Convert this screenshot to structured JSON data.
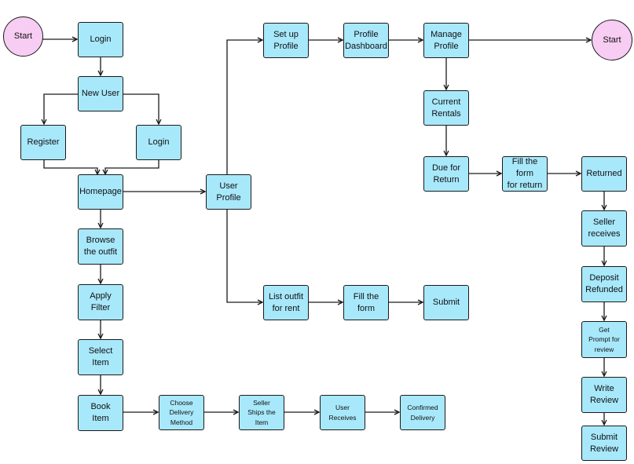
{
  "colors": {
    "box_fill": "#a8e8fb",
    "terminal_fill": "#f7cdf3",
    "stroke": "#1a1a1a"
  },
  "nodes": {
    "start_left": "Start",
    "login_top": "Login",
    "new_user": "New User",
    "register": "Register",
    "login_right": "Login",
    "homepage": "Homepage",
    "browse": "Browse\nthe outfit",
    "apply_filter": "Apply\nFilter",
    "select_item": "Select\nItem",
    "book_item": "Book\nItem",
    "choose_delivery": "Choose\nDelivery\nMethod",
    "seller_ships": "Seller\nShips the\nItem",
    "user_receives": "User\nReceives",
    "confirmed_delivery": "Confirmed\nDelivery",
    "user_profile": "User Profile",
    "set_up_profile": "Set up\nProfile",
    "profile_dashboard": "Profile\nDashboard",
    "manage_profile": "Manage\nProfile",
    "start_right": "Start",
    "current_rentals": "Current\nRentals",
    "due_for_return": "Due for\nReturn",
    "fill_form_return": "Fill the form\nfor return",
    "returned": "Returned",
    "seller_receives": "Seller\nreceives",
    "deposit_refunded": "Deposit\nRefunded",
    "get_prompt": "Get\nPrompt for\nreview",
    "write_review": "Write\nReview",
    "submit_review": "Submit\nReview",
    "list_outfit": "List outfit\nfor rent",
    "fill_the_form": "Fill the\nform",
    "submit": "Submit"
  }
}
